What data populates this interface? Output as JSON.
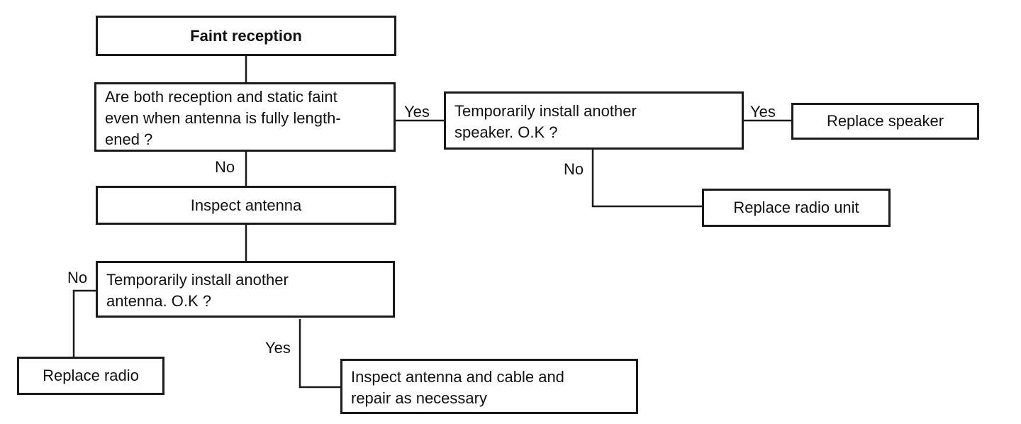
{
  "nodes": {
    "faint_reception": "Faint reception",
    "question_static": "Are both reception and static faint\neven when antenna is fully length-\nened ?",
    "question_speaker": "Temporarily install another\nspeaker. O.K ?",
    "replace_speaker": "Replace speaker",
    "replace_radio_unit": "Replace radio unit",
    "inspect_antenna": "Inspect antenna",
    "question_antenna": "Temporarily install another\nantenna. O.K ?",
    "replace_radio": "Replace radio",
    "inspect_cable": "Inspect antenna and cable and\nrepair as necessary"
  },
  "edge_labels": {
    "static_yes": "Yes",
    "static_no": "No",
    "speaker_yes": "Yes",
    "speaker_no": "No",
    "antenna_no": "No",
    "antenna_yes": "Yes"
  }
}
